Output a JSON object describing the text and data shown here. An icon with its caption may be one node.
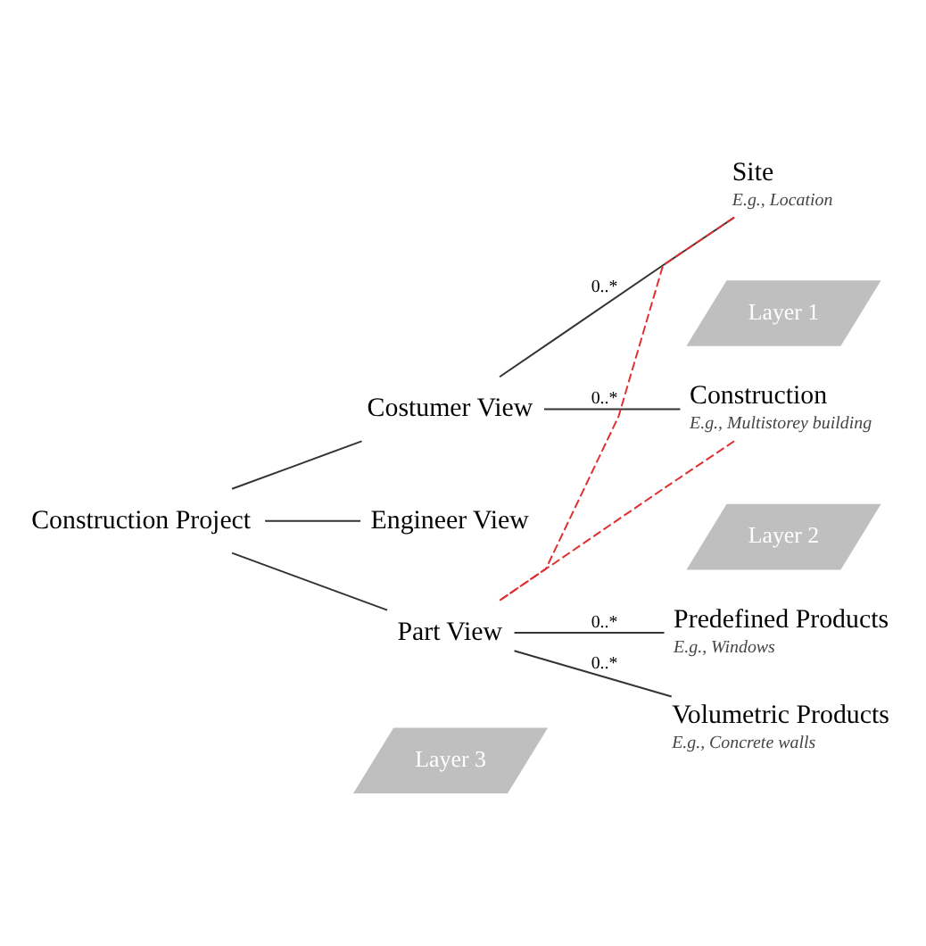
{
  "diagram": {
    "nodes": [
      {
        "text": [
          "Construction Project"
        ]
      },
      {
        "text": [
          "Costumer View"
        ]
      },
      {
        "text": [
          "Site",
          "E.g., Location"
        ]
      },
      {
        "text": [
          "Layer 1"
        ]
      },
      {
        "text": [
          "Construction",
          "E.g., Multistorey building"
        ]
      },
      {
        "text": [
          "Layer 2"
        ]
      },
      {
        "text": [
          "Engineer View"
        ]
      },
      {
        "text": [
          "Part View"
        ]
      },
      {
        "text": [
          "Layer 3"
        ]
      },
      {
        "text": [
          "Predefined Products",
          "E.g., Windows"
        ]
      },
      {
        "text": [
          "Volumetric Products",
          "E.g., Concrete walls"
        ]
      }
    ],
    "edges": [
      {
        "from": 0,
        "to": 1,
        "arrow": "none"
      },
      {
        "from": 1,
        "to": 2,
        "arrow": "none",
        "label": "0..*"
      },
      {
        "from": 1,
        "to": 4,
        "arrow": "none",
        "label": "0..*"
      },
      {
        "from": 0,
        "to": 6,
        "arrow": "none"
      },
      {
        "from": 0,
        "to": 7,
        "arrow": "none"
      },
      {
        "from": 7,
        "to": 9,
        "arrow": "none",
        "label": "0..*"
      },
      {
        "from": 7,
        "to": 10,
        "arrow": "none",
        "label": "0..*"
      },
      {
        "from": 2,
        "to": 7,
        "arrow": "none",
        "style": "dashed",
        "color": "#e03030"
      },
      {
        "from": 4,
        "to": 7,
        "arrow": "none",
        "style": "dashed",
        "color": "#e03030"
      }
    ]
  }
}
